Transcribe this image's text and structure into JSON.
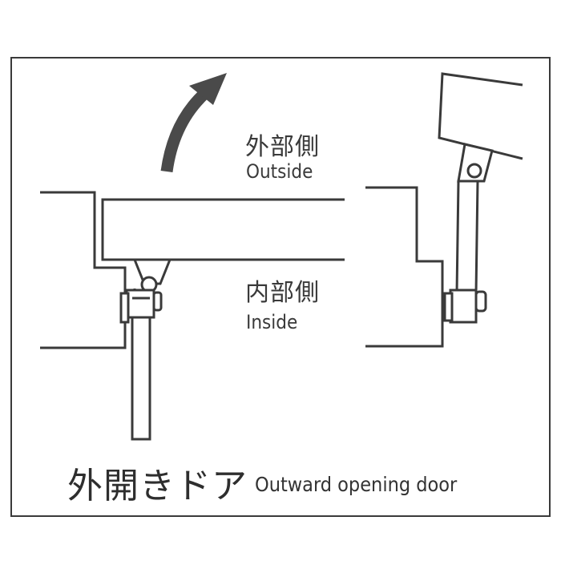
{
  "labels": {
    "outside_jp": "外部側",
    "outside_en": "Outside",
    "inside_jp": "内部側",
    "inside_en": "Inside"
  },
  "caption": {
    "jp": "外開きドア",
    "en": "Outward opening door"
  },
  "colors": {
    "line": "#3a3a3a",
    "arrow": "#4a4a4a",
    "background": "#ffffff"
  }
}
